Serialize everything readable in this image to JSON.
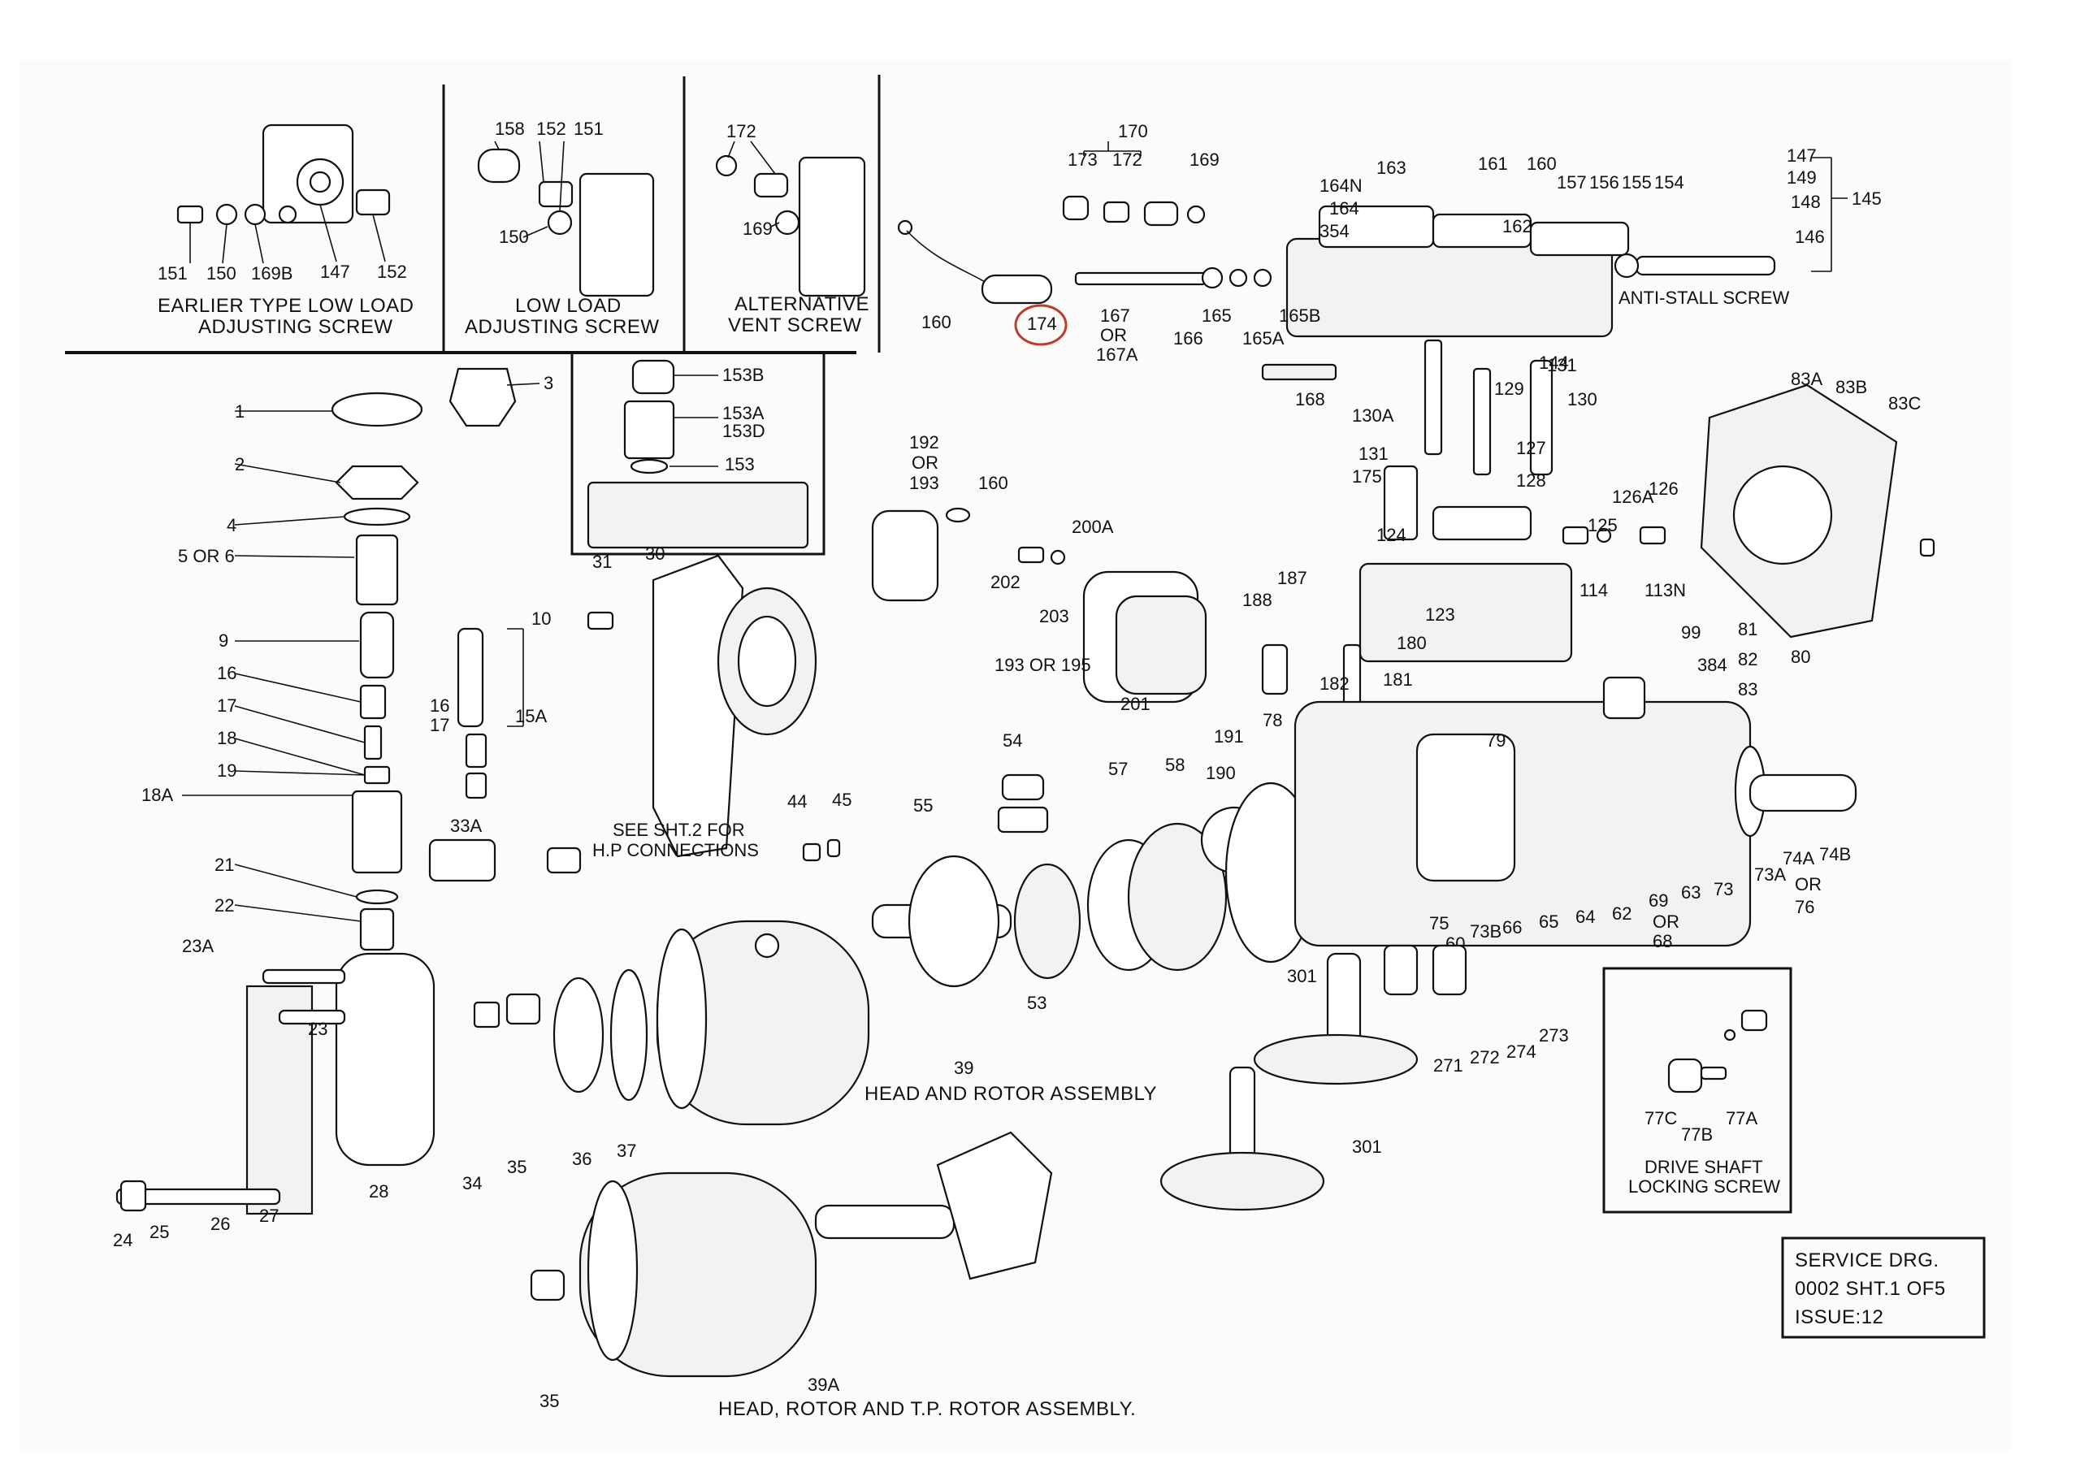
{
  "inset_panels": {
    "earlier_type": {
      "title_line1": "EARLIER TYPE LOW LOAD",
      "title_line2": "ADJUSTING SCREW",
      "labels": [
        "151",
        "150",
        "169B",
        "147",
        "152"
      ]
    },
    "low_load": {
      "title_line1": "LOW LOAD",
      "title_line2": "ADJUSTING SCREW",
      "labels": [
        "158",
        "152",
        "151",
        "150"
      ]
    },
    "alternative_vent": {
      "title_line1": "ALTERNATIVE",
      "title_line2": "VENT SCREW",
      "labels": [
        "172",
        "169"
      ]
    },
    "vent_inset": {
      "labels": [
        "153B",
        "153A",
        "153D",
        "153"
      ]
    },
    "drive_shaft": {
      "title_line1": "DRIVE SHAFT",
      "title_line2": "LOCKING SCREW",
      "labels": [
        "77C",
        "77B",
        "77A"
      ]
    }
  },
  "part_labels": {
    "top_left_column": [
      "1",
      "2",
      "3",
      "4",
      "5 OR 6",
      "9",
      "16",
      "17",
      "18",
      "19",
      "18A",
      "21",
      "22",
      "23A",
      "23",
      "24",
      "25",
      "26",
      "27",
      "28"
    ],
    "column_10": [
      "10",
      "16",
      "17",
      "15A"
    ],
    "housing": [
      "31",
      "30",
      "33A",
      "34",
      "35",
      "36",
      "37",
      "44",
      "45"
    ],
    "rotor": [
      "54",
      "55",
      "57",
      "58",
      "53",
      "39",
      "190",
      "191"
    ],
    "head": [
      "170",
      "173",
      "172",
      "169",
      "160",
      "174",
      "167",
      "OR",
      "167A",
      "166",
      "165",
      "165A",
      "165B",
      "163",
      "164N",
      "164",
      "354",
      "161",
      "160",
      "157",
      "156",
      "155",
      "154",
      "162",
      "147",
      "149",
      "148",
      "146",
      "145",
      "144",
      "131",
      "129",
      "130",
      "168",
      "130A",
      "131",
      "175",
      "127",
      "128",
      "125",
      "126A",
      "126",
      "124",
      "123",
      "114",
      "113N"
    ],
    "mid": [
      "192",
      "OR",
      "193",
      "160",
      "200A",
      "202",
      "203",
      "193 OR 195",
      "201",
      "187",
      "188",
      "182",
      "181",
      "180",
      "78",
      "79",
      "99",
      "384",
      "81",
      "82",
      "80",
      "83",
      "83A",
      "83B",
      "83C"
    ],
    "shaft": [
      "75",
      "73B",
      "66",
      "65",
      "64",
      "62",
      "69",
      "OR",
      "68",
      "63",
      "73",
      "73A",
      "74A",
      "74B",
      "OR",
      "76",
      "60"
    ],
    "lower": [
      "301",
      "271",
      "272",
      "274",
      "273",
      "301",
      "35",
      "39A"
    ]
  },
  "captions": {
    "hp_connections_line1": "SEE SHT.2 FOR",
    "hp_connections_line2": "H.P CONNECTIONS",
    "head_rotor": "HEAD AND ROTOR ASSEMBLY",
    "head_rotor_num": "39",
    "head_rotor_tp": "HEAD, ROTOR AND T.P. ROTOR ASSEMBLY.",
    "anti_stall": "ANTI-STALL SCREW"
  },
  "title_block": {
    "line1": "SERVICE DRG.",
    "line2": "0002 SHT.1 OF5",
    "line3": "ISSUE:12"
  },
  "highlight": {
    "label": "174",
    "color": "#c0392b"
  }
}
